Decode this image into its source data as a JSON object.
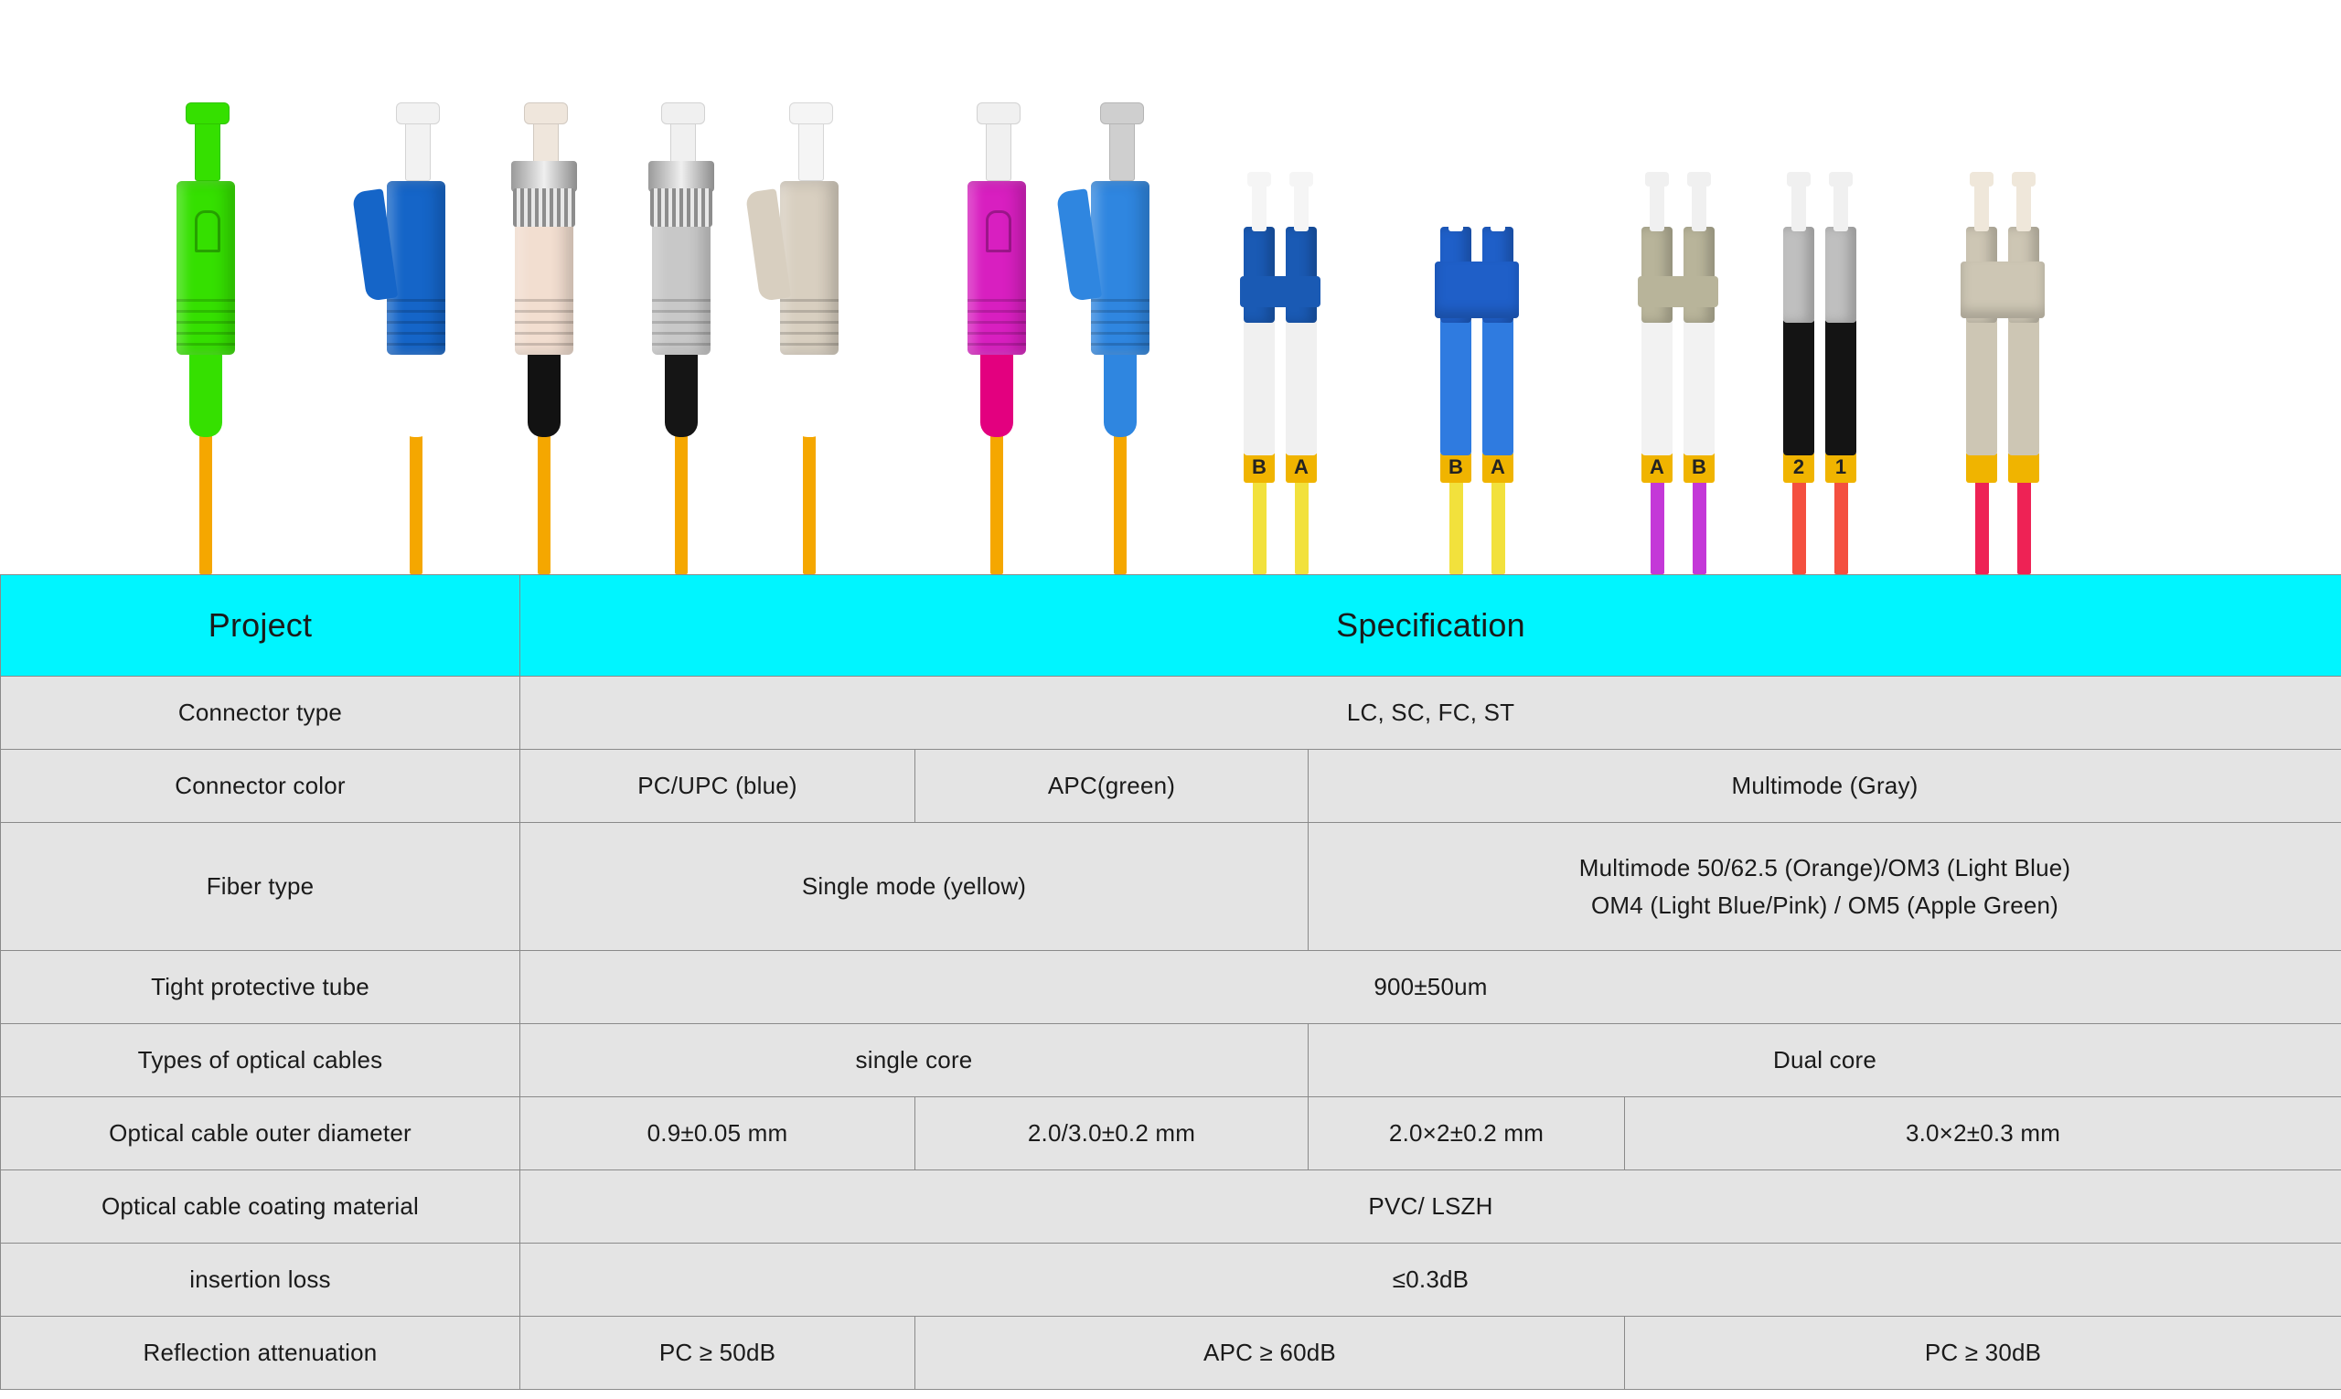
{
  "photo": {
    "alt": "row-of-fiber-optic-patch-cord-connectors",
    "connectors": [
      {
        "name": "sc-apc-simplex-green",
        "body": "#35e000",
        "boot": "#35e000",
        "cable": "#f5a700",
        "ferrule": "#35e000",
        "label": ""
      },
      {
        "name": "lc-upc-simplex-blue",
        "body": "#1565c8",
        "boot": "#ffffff",
        "cable": "#f5a700",
        "ferrule": "#f2f2f2",
        "label": ""
      },
      {
        "name": "fc-simplex-beige",
        "body": "#f2ded0",
        "boot": "#121212",
        "cable": "#f5a700",
        "ferrule": "#efe6dc",
        "label": ""
      },
      {
        "name": "st-simplex-metal",
        "body": "#c8c8c8",
        "boot": "#151515",
        "cable": "#f5a700",
        "ferrule": "#f0f0f0",
        "label": ""
      },
      {
        "name": "lc-simplex-beige",
        "body": "#d8cfc0",
        "boot": "#ffffff",
        "cable": "#f5a700",
        "ferrule": "#f5f5f5",
        "label": ""
      },
      {
        "name": "sc-simplex-magenta",
        "body": "#d81fc0",
        "boot": "#e3007f",
        "cable": "#f5a700",
        "ferrule": "#f0f0f0",
        "label": ""
      },
      {
        "name": "e2000-simplex-blue",
        "body": "#2f86e0",
        "boot": "#2f86e0",
        "cable": "#f5a700",
        "ferrule": "#cfcfcf",
        "label": ""
      },
      {
        "name": "lc-duplex-blue",
        "body": "#1a5ab4",
        "boot": "#f0f0f0",
        "cable": "#f2e13c",
        "ferrule": "#f5f5f5",
        "label": "B A"
      },
      {
        "name": "sc-duplex-blue",
        "body": "#1f5fc8",
        "boot": "#2f7be0",
        "cable": "#f2e13c",
        "ferrule": "#ffffff",
        "label": "B A"
      },
      {
        "name": "lc-duplex-om4-beige",
        "body": "#b8b49a",
        "boot": "#f2f2f2",
        "cable": "#c438d8",
        "ferrule": "#f0f0f0",
        "label": "A B"
      },
      {
        "name": "st-duplex-multimode",
        "body": "#bfbfbf",
        "boot": "#141414",
        "cable": "#f4503f",
        "ferrule": "#f0f0f0",
        "label": "2 1"
      },
      {
        "name": "sc-duplex-multimode-beige",
        "body": "#cdc6b4",
        "boot": "#cdc6b4",
        "cable": "#ee2255",
        "ferrule": "#efe7da",
        "label": ""
      }
    ]
  },
  "table": {
    "header": {
      "col1": "Project",
      "col2": "Specification"
    },
    "rows": [
      {
        "name": "connector-type",
        "label": "Connector type",
        "cells": [
          {
            "text": "LC, SC, FC, ST",
            "span": 4
          }
        ]
      },
      {
        "name": "connector-color",
        "label": "Connector color",
        "cells": [
          {
            "text": "PC/UPC (blue)",
            "span": 1
          },
          {
            "text": "APC(green)",
            "span": 1
          },
          {
            "text": "Multimode (Gray)",
            "span": 2
          }
        ]
      },
      {
        "name": "fiber-type",
        "label": "Fiber type",
        "cells": [
          {
            "text": "Single mode (yellow)",
            "span": 2
          },
          {
            "text": "Multimode 50/62.5 (Orange)/OM3 (Light Blue)",
            "text2": "OM4 (Light Blue/Pink) / OM5 (Apple Green)",
            "span": 2
          }
        ]
      },
      {
        "name": "tight-protective-tube",
        "label": "Tight protective tube",
        "cells": [
          {
            "text": "900±50um",
            "span": 4
          }
        ]
      },
      {
        "name": "types-of-optical-cables",
        "label": "Types of optical cables",
        "cells": [
          {
            "text": "single core",
            "span": 2
          },
          {
            "text": "Dual core",
            "span": 2
          }
        ]
      },
      {
        "name": "optical-cable-outer-diameter",
        "label": "Optical cable outer diameter",
        "cells": [
          {
            "text": "0.9±0.05 mm",
            "span": 1
          },
          {
            "text": "2.0/3.0±0.2 mm",
            "span": 1
          },
          {
            "text": "2.0×2±0.2 mm",
            "span": 1
          },
          {
            "text": "3.0×2±0.3 mm",
            "span": 1
          }
        ]
      },
      {
        "name": "optical-cable-coating-material",
        "label": "Optical cable coating material",
        "cells": [
          {
            "text": "PVC/ LSZH",
            "span": 4
          }
        ]
      },
      {
        "name": "insertion-loss",
        "label": "insertion loss",
        "cells": [
          {
            "text": "≤0.3dB",
            "span": 4
          }
        ]
      },
      {
        "name": "reflection-attenuation",
        "label": "Reflection attenuation",
        "cells": [
          {
            "text": "PC ≥ 50dB",
            "span": 1
          },
          {
            "text": "APC ≥ 60dB",
            "span": 2
          },
          {
            "text": "PC ≥ 30dB",
            "span": 1
          }
        ]
      }
    ],
    "colors": {
      "header_bg": "#00f5ff",
      "cell_bg": "#e4e4e4",
      "border": "#8a8a8a",
      "text": "#1a1a1a"
    }
  }
}
